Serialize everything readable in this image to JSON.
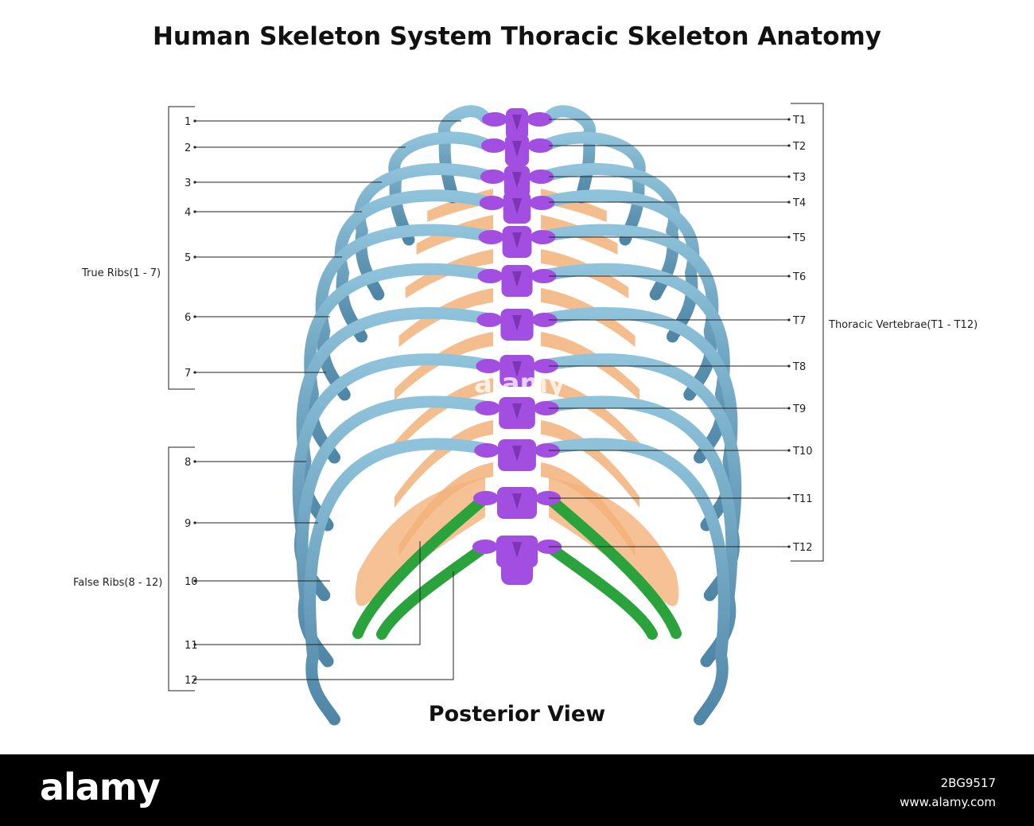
{
  "title": "Human Skeleton System Thoracic Skeleton Anatomy",
  "subtitle": "Posterior View",
  "groups": {
    "true_ribs": "True Ribs(1 - 7)",
    "false_ribs": "False Ribs(8 - 12)",
    "thoracic_vertebrae": "Thoracic Vertebrae(T1 - T12)"
  },
  "ribs": [
    "1",
    "2",
    "3",
    "4",
    "5",
    "6",
    "7",
    "8",
    "9",
    "10",
    "11",
    "12"
  ],
  "vertebrae": [
    "T1",
    "T2",
    "T3",
    "T4",
    "T5",
    "T6",
    "T7",
    "T8",
    "T9",
    "T10",
    "T11",
    "T12"
  ],
  "watermark": "alamy",
  "footer": {
    "brand": "alamy",
    "image_id": "2BG9517",
    "site": "www.alamy.com"
  },
  "colors": {
    "rib": "#6fa7c4",
    "vertebra": "#a24ee0",
    "cartilage": "#f2b27a",
    "floating_rib": "#2aa33c"
  }
}
